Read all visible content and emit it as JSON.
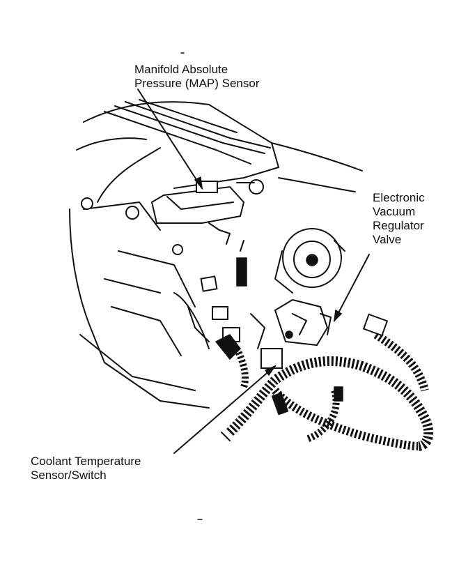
{
  "labels": {
    "map_sensor": [
      "Manifold Absolute",
      "Pressure (MAP) Sensor"
    ],
    "vacuum_regulator": [
      "Electronic",
      "Vacuum",
      "Regulator",
      "Valve"
    ],
    "coolant_sensor": [
      "Coolant Temperature",
      "Sensor/Switch"
    ]
  },
  "colors": {
    "ink": "#111111",
    "paper": "#ffffff"
  }
}
